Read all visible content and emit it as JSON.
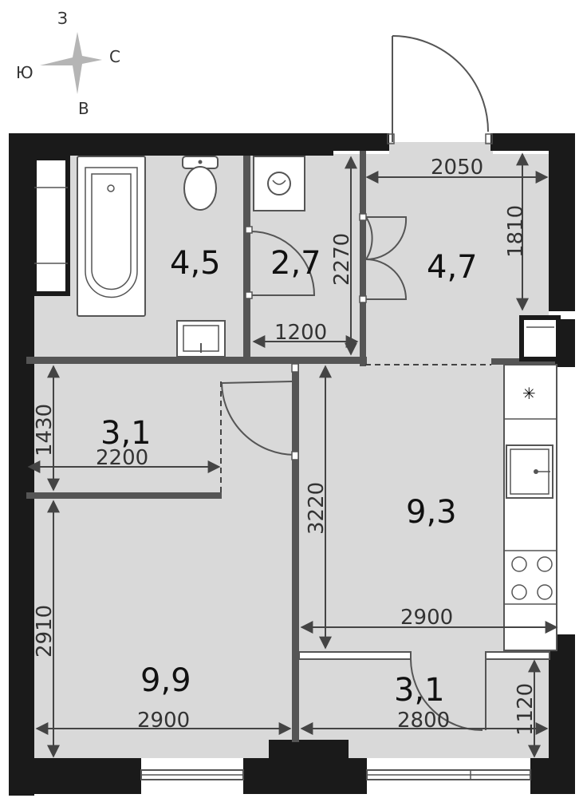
{
  "compass": {
    "north": "З",
    "east": "С",
    "south": "В",
    "west": "Ю"
  },
  "rooms": [
    {
      "id": "bathroom",
      "area": "4,5"
    },
    {
      "id": "wc",
      "area": "2,7"
    },
    {
      "id": "hall",
      "area": "4,7"
    },
    {
      "id": "closet",
      "area": "3,1"
    },
    {
      "id": "kitchen",
      "area": "9,3"
    },
    {
      "id": "bedroom",
      "area": "9,9"
    },
    {
      "id": "balcony",
      "area": "3,1"
    }
  ],
  "dimensions": {
    "hall_width": "2050",
    "hall_depth": "1810",
    "wc_height": "2270",
    "wc_width": "1200",
    "closet_depth": "1430",
    "closet_width": "2200",
    "kitchen_depth": "3220",
    "kitchen_width": "2900",
    "bedroom_depth": "2910",
    "bedroom_width": "2900",
    "balcony_width": "2800",
    "balcony_depth": "1120"
  },
  "fixtures": {
    "fridge_symbol": "✳"
  }
}
